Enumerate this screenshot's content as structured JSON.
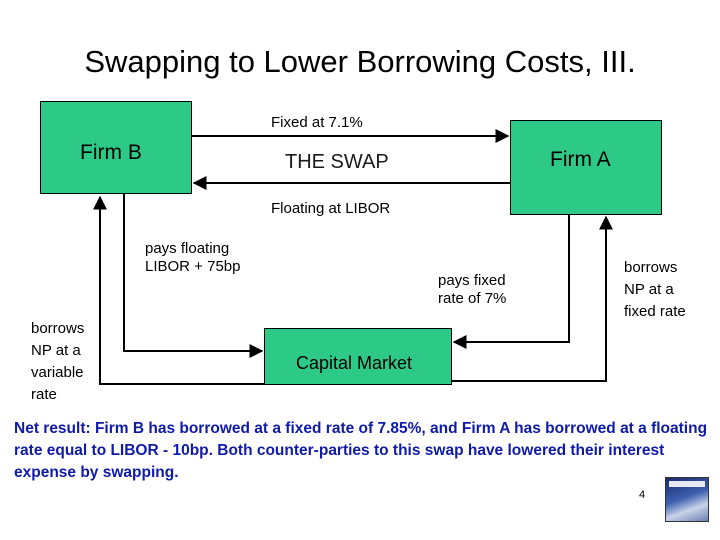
{
  "title": "Swapping to Lower Borrowing Costs, III.",
  "firm_b": "Firm B",
  "firm_a": "Firm A",
  "swap_label": "THE SWAP",
  "capital_market": "Capital Market",
  "flows": {
    "fixed_label": "Fixed at 7.1%",
    "floating_label": "Floating at LIBOR",
    "b_pays_floating": [
      "pays floating",
      "LIBOR + 75bp"
    ],
    "a_pays_fixed": [
      "pays fixed",
      "rate of 7%"
    ],
    "b_borrows": [
      "borrows",
      "NP at a",
      "variable",
      "rate"
    ],
    "a_borrows": [
      "borrows",
      "NP at a",
      "fixed rate"
    ]
  },
  "result": "Net result: Firm B has borrowed at a fixed rate of 7.85%, and Firm A has borrowed at a floating rate equal to LIBOR - 10bp. Both counter-parties to this swap have lowered their interest expense by swapping.",
  "page_number": "4",
  "colors": {
    "box_fill": "#2dc987",
    "result_text": "#0f1aa8"
  }
}
